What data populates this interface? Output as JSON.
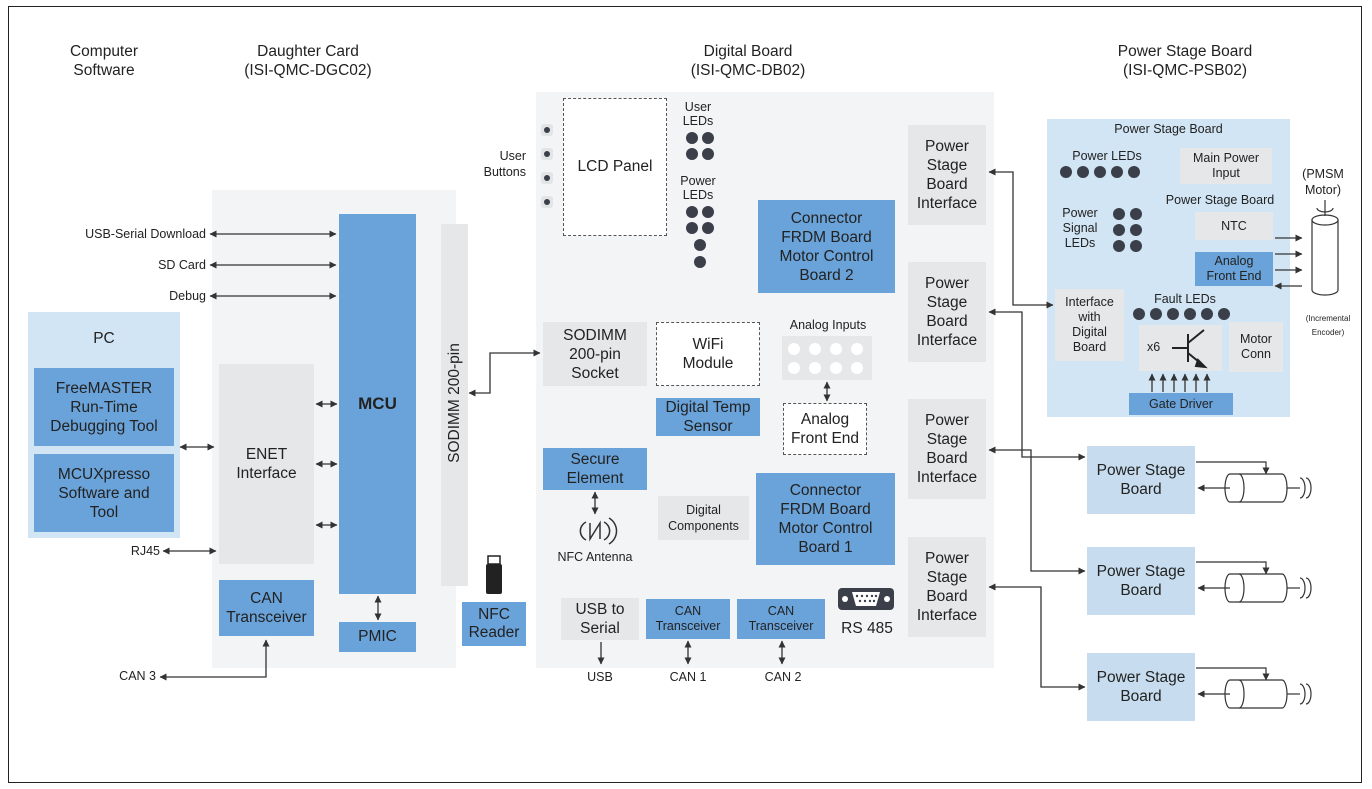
{
  "headers": {
    "computer_software": [
      "Computer",
      "Software"
    ],
    "daughter_card": [
      "Daughter Card",
      "(ISI-QMC-DGC02)"
    ],
    "digital_board": [
      "Digital Board",
      "(ISI-QMC-DB02)"
    ],
    "power_stage_board": [
      "Power Stage Board",
      "(ISI-QMC-PSB02)"
    ]
  },
  "pc": {
    "title": "PC",
    "freemaster": [
      "FreeMASTER",
      "Run-Time",
      "Debugging Tool"
    ],
    "mcuxpresso": [
      "MCUXpresso",
      "Software and",
      "Tool"
    ]
  },
  "daughter": {
    "usb_serial_download": "USB-Serial Download",
    "sd_card": "SD Card",
    "debug": "Debug",
    "rj45": "RJ45",
    "can3": "CAN 3",
    "enet": [
      "ENET",
      "Interface"
    ],
    "mcu": "MCU",
    "sodimm_pin": "SODIMM 200-pin",
    "can_transceiver": [
      "CAN",
      "Transceiver"
    ],
    "pmic": "PMIC",
    "nfc_reader": [
      "NFC",
      "Reader"
    ]
  },
  "digital": {
    "user_buttons": [
      "User",
      "Buttons"
    ],
    "lcd_panel": "LCD Panel",
    "user_leds": [
      "User",
      "LEDs"
    ],
    "power_leds": [
      "Power",
      "LEDs"
    ],
    "connector2": [
      "Connector",
      "FRDM Board",
      "Motor Control",
      "Board 2"
    ],
    "connector1": [
      "Connector",
      "FRDM Board",
      "Motor Control",
      "Board 1"
    ],
    "sodimm_socket": [
      "SODIMM",
      "200-pin",
      "Socket"
    ],
    "wifi": [
      "WiFi",
      "Module"
    ],
    "analog_inputs": "Analog Inputs",
    "analog_front_end": [
      "Analog",
      "Front End"
    ],
    "digital_temp": [
      "Digital Temp",
      "Sensor"
    ],
    "secure_element": [
      "Secure",
      "Element"
    ],
    "nfc_antenna": "NFC Antenna",
    "digital_components": [
      "Digital",
      "Components"
    ],
    "usb_to_serial": [
      "USB to",
      "Serial"
    ],
    "can_transceiver_1": [
      "CAN",
      "Transceiver"
    ],
    "can_transceiver_2": [
      "CAN",
      "Transceiver"
    ],
    "rs485": "RS 485",
    "usb": "USB",
    "can1": "CAN 1",
    "can2": "CAN 2",
    "psb_interface": [
      "Power",
      "Stage",
      "Board",
      "Interface"
    ]
  },
  "psb": {
    "title": "Power Stage Board",
    "power_leds": "Power LEDs",
    "main_power_input": [
      "Main Power",
      "Input"
    ],
    "power_stage_board_label": "Power Stage Board",
    "ntc": "NTC",
    "power_signal_leds": [
      "Power",
      "Signal",
      "LEDs"
    ],
    "analog_front_end": [
      "Analog",
      "Front End"
    ],
    "interface_digital": [
      "Interface",
      "with",
      "Digital",
      "Board"
    ],
    "fault_leds": "Fault LEDs",
    "x6": "x6",
    "motor_conn": [
      "Motor",
      "Conn"
    ],
    "gate_driver": "Gate Driver",
    "pmsm_motor": [
      "(PMSM",
      "Motor)"
    ],
    "incremental_encoder": [
      "(Incremental",
      "Encoder)"
    ],
    "board_label": [
      "Power Stage",
      "Board"
    ]
  }
}
